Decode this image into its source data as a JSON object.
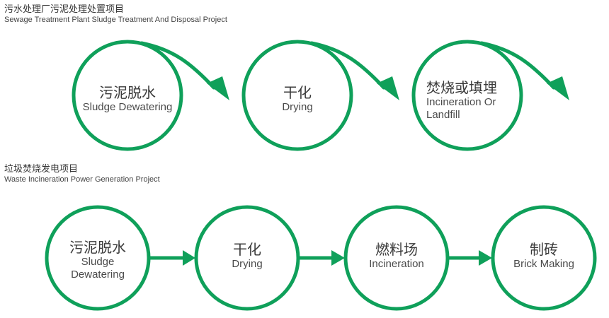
{
  "colors": {
    "accent": "#0fa05a",
    "text": "#3a3a3a"
  },
  "section1": {
    "title_zh": "污水处理厂污泥处理处置项目",
    "title_en": "Sewage Treatment Plant Sludge Treatment And Disposal Project",
    "steps": [
      {
        "zh": "污泥脱水",
        "en": "Sludge Dewatering"
      },
      {
        "zh": "干化",
        "en": "Drying"
      },
      {
        "zh": "焚烧或填埋",
        "en": "Incineration Or\nLandfill"
      }
    ]
  },
  "section2": {
    "title_zh": "垃圾焚烧发电项目",
    "title_en": "Waste Incineration Power Generation Project",
    "steps": [
      {
        "zh": "污泥脱水",
        "en": "Sludge\nDewatering"
      },
      {
        "zh": "干化",
        "en": "Drying"
      },
      {
        "zh": "燃料场",
        "en": "Incineration"
      },
      {
        "zh": "制砖",
        "en": "Brick Making"
      }
    ]
  }
}
